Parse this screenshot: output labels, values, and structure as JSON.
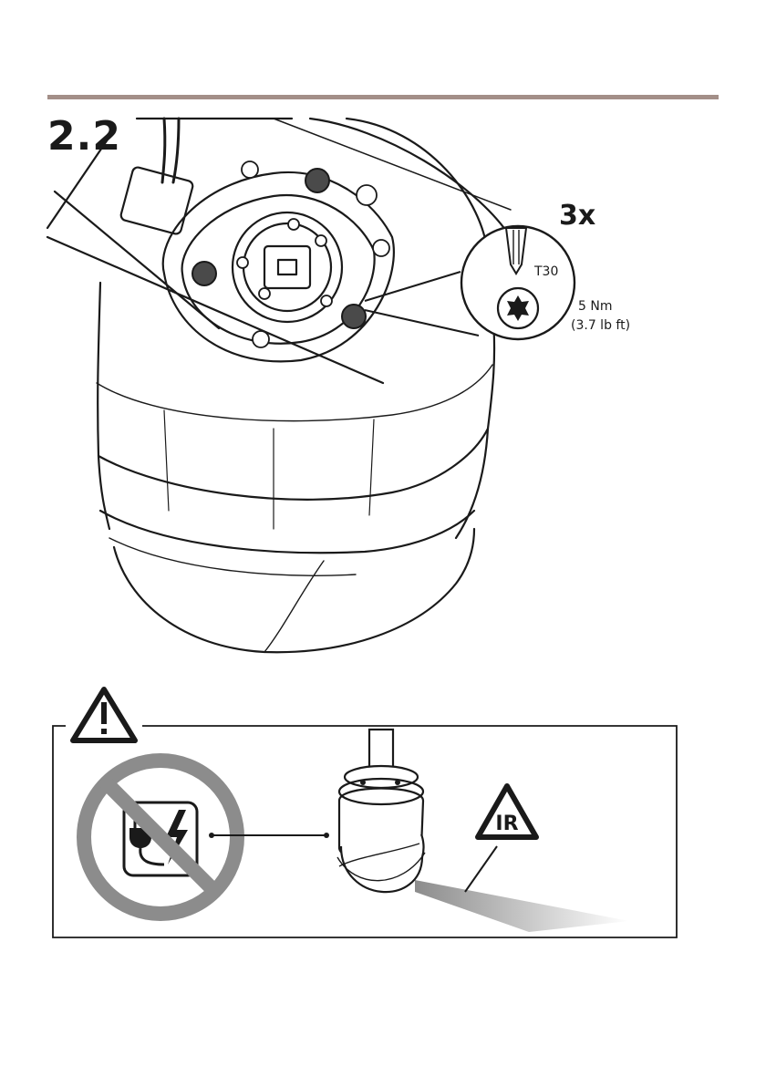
{
  "step": {
    "number": "2.2"
  },
  "callout": {
    "quantity": "3x",
    "tool": "T30",
    "torque_nm": "5 Nm",
    "torque_lb": "(3.7 lb ft)"
  },
  "warning": {
    "ir_label": "IR"
  },
  "colors": {
    "rule": "#a38f88",
    "line": "#1a1a1a",
    "prohibit": "#8c8c8c",
    "screw": "#4a4a4a"
  },
  "icons": [
    "warning-triangle-icon",
    "no-power-icon",
    "plug-lightning-icon",
    "ir-warning-icon",
    "torx-bit-icon",
    "torx-screw-icon"
  ]
}
